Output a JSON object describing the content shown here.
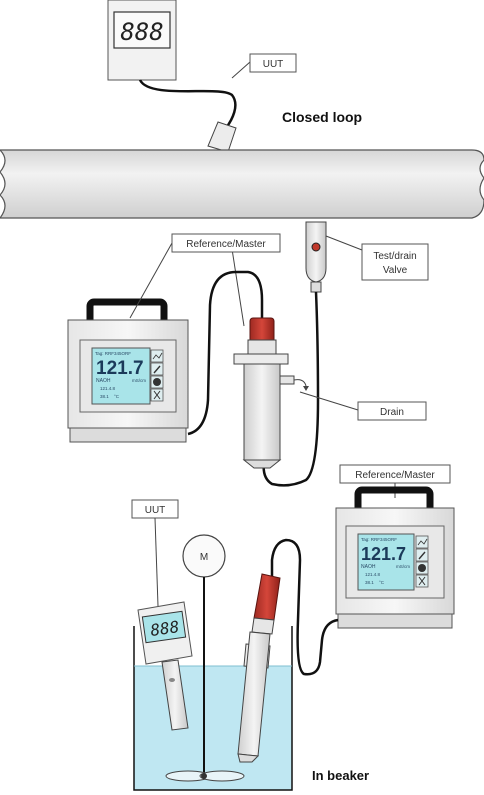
{
  "labels": {
    "uut_top": "UUT",
    "closed_loop": "Closed loop",
    "reference_master_1": "Reference/Master",
    "test_drain_valve_line1": "Test/drain",
    "test_drain_valve_line2": "Valve",
    "drain": "Drain",
    "reference_master_2": "Reference/Master",
    "uut_bottom": "UUT",
    "mixer": "M",
    "in_beaker": "In beaker"
  },
  "meter_display": {
    "header": "Tag: RRF345ORF",
    "value": "121.7",
    "unit": "mS/cm",
    "medium": "NAOH",
    "secondary_value": "121.4.8",
    "temperature": "38.1",
    "temp_unit": "°C"
  },
  "uut_display": "888",
  "colors": {
    "pipe": "#e3e3e3",
    "probe_red": "#c0392b",
    "liquid": "#bfe7f2",
    "screen": "#a9e4e9",
    "cable": "#111111"
  }
}
